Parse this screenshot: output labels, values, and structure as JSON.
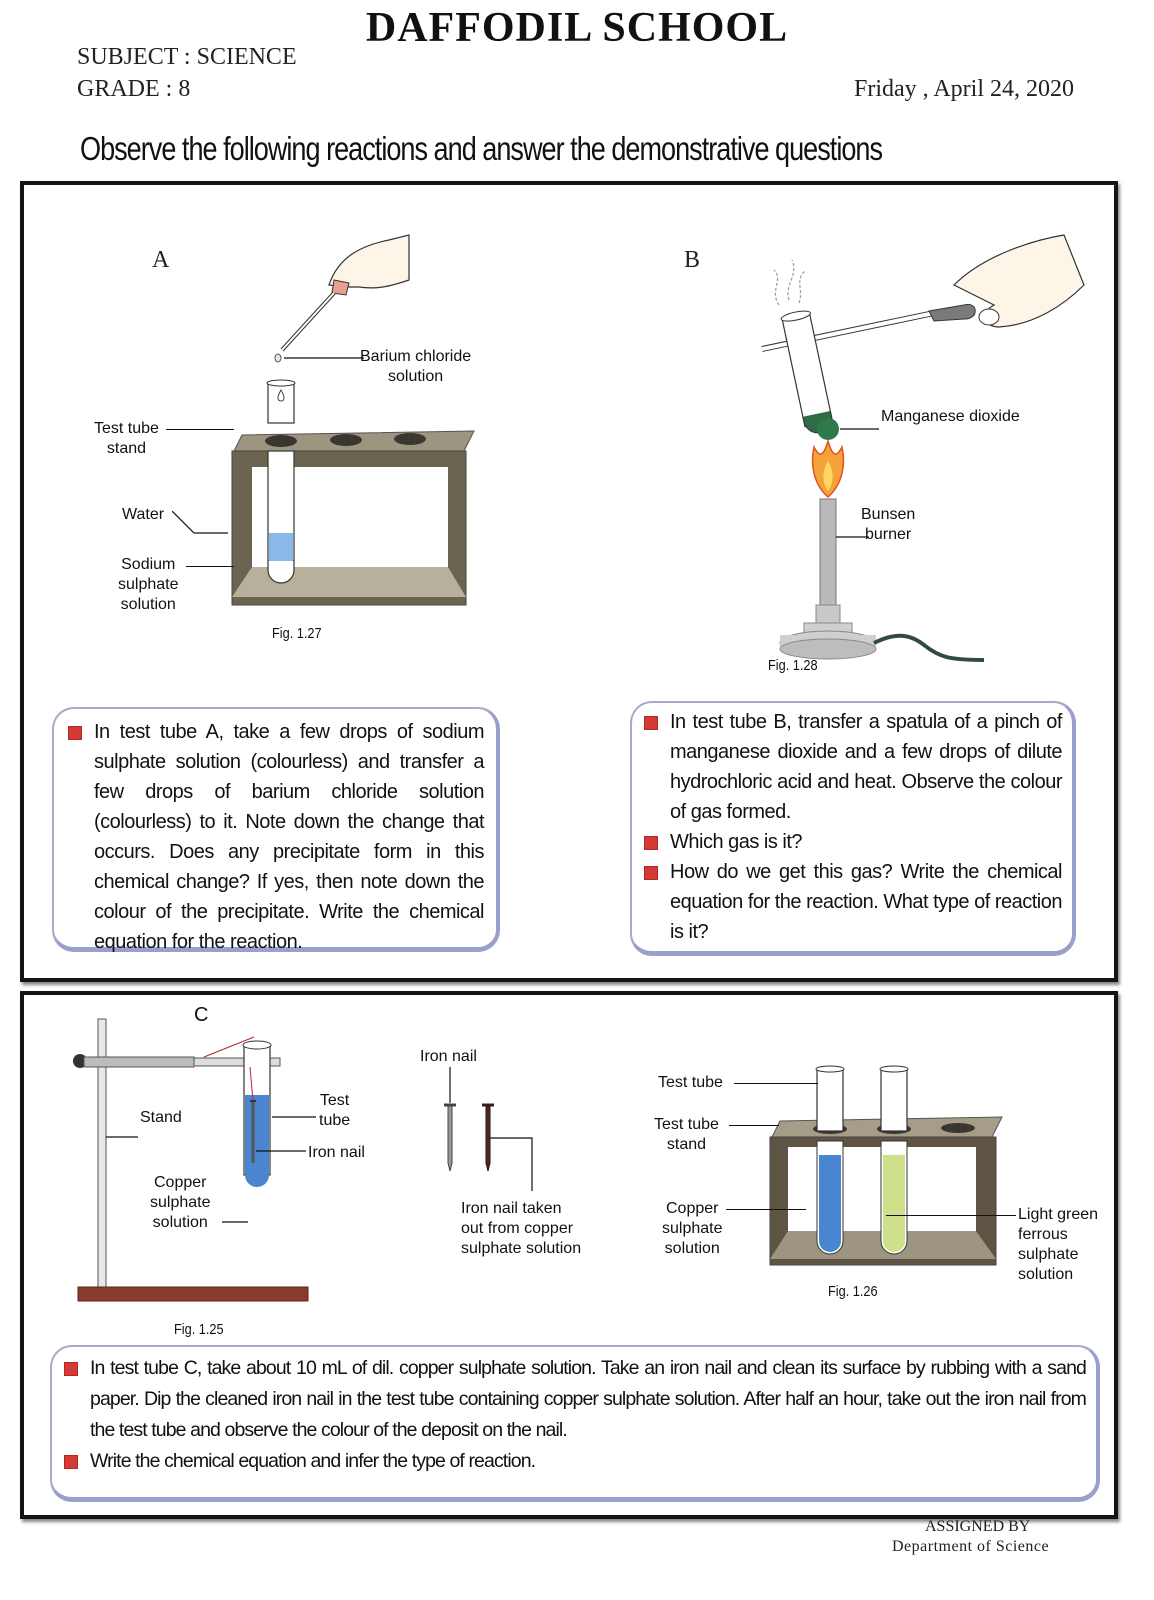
{
  "header": {
    "school_name": "DAFFODIL  SCHOOL",
    "subject": "SUBJECT :  SCIENCE",
    "grade": "GRADE :  8",
    "date": "Friday , April 24, 2020",
    "instruction": "Observe the following  reactions and  answer  the  demonstrative questions"
  },
  "section_a": {
    "letter": "A",
    "labels": {
      "barium_chloride": [
        "Barium chloride",
        "solution"
      ],
      "test_tube_stand": [
        "Test tube",
        "stand"
      ],
      "water": "Water",
      "sodium_sulphate": [
        "Sodium",
        "sulphate",
        "solution"
      ]
    },
    "figure_caption": "Fig. 1.27",
    "questions": [
      "In test tube A, take a few drops of sodium sulphate solution (colourless) and transfer a few drops of barium chloride solution (colourless) to it. Note down the change that occurs. Does any precipitate form in this chemical change? If yes, then note down the colour of the precipitate. Write the chemical equation for the reaction."
    ]
  },
  "section_b": {
    "letter": "B",
    "labels": {
      "manganese_dioxide": "Manganese dioxide",
      "bunsen_burner": [
        "Bunsen",
        "burner"
      ]
    },
    "figure_caption": "Fig. 1.28",
    "questions": [
      "In test tube B, transfer a spatula of a pinch of manganese dioxide and a few drops of dilute hydrochloric acid and heat. Observe the colour of gas formed.",
      "Which gas is it?",
      "How do we get this gas? Write the chemical equation for the reaction. What type of reaction is it?"
    ]
  },
  "section_c": {
    "letter": "C",
    "fig125": {
      "labels": {
        "stand": "Stand",
        "test_tube": [
          "Test",
          "tube"
        ],
        "iron_nail": "Iron nail",
        "copper_sulphate": [
          "Copper",
          "sulphate",
          "solution"
        ]
      },
      "caption": "Fig. 1.25"
    },
    "nails": {
      "iron_nail": "Iron nail",
      "taken_out": [
        "Iron nail taken",
        "out from copper",
        "sulphate solution"
      ]
    },
    "fig126": {
      "labels": {
        "test_tube": "Test tube",
        "test_tube_stand": [
          "Test tube",
          "stand"
        ],
        "copper_sulphate": [
          "Copper",
          "sulphate",
          "solution"
        ],
        "ferrous_sulphate": [
          "Light green",
          "ferrous",
          "sulphate",
          "solution"
        ]
      },
      "caption": "Fig. 1.26"
    },
    "questions": [
      "In test tube C, take about 10 mL of dil. copper sulphate solution. Take an iron nail and clean its surface by rubbing with a sand paper. Dip the cleaned iron nail in the test tube containing copper sulphate solution. After half an hour, take out the iron nail from the test tube and observe the colour of the deposit on the nail.",
      "Write the chemical equation and infer the type of reaction."
    ]
  },
  "footer": {
    "assigned_by": "ASSIGNED BY",
    "department": "Department  of  Science"
  },
  "colors": {
    "bullet": "#d23a36",
    "box_border": "#9aa0cc",
    "copper_sulphate": "#4a86d0",
    "ferrous_sulphate": "#cfe08a",
    "stand_wood": "#6b6450"
  }
}
